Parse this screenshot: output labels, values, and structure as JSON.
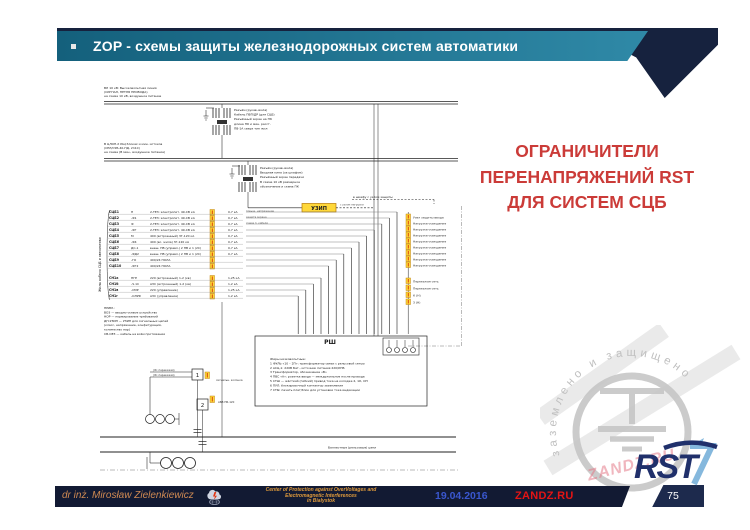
{
  "slide": {
    "title": "ZOP - схемы защиты железнодорожных систем автоматики",
    "page_number": "75",
    "heading": {
      "lines": [
        "ОГРАНИЧИТЕЛИ",
        "ПЕРЕНАПРЯЖЕНИЙ RST",
        "ДЛЯ СИСТЕМ СЦБ"
      ]
    }
  },
  "footer": {
    "author": "dr inż. Mirosław Zielenkiewicz",
    "center_lines": [
      "Center of Protection against OverVoltages and",
      "Electromagnetic Interferences",
      "in Bialystok"
    ],
    "date": "19.04.2016",
    "site": "ZANDZ.RU"
  },
  "watermark": {
    "arc_text": "заземлено  и  защищено",
    "brand": "ZANDZ.RU",
    "logo": "RST"
  },
  "colors": {
    "banner": "#14607c",
    "navy": "#16223e",
    "accent_red": "#cb3b38",
    "spd_yellow": "#ffd83a",
    "footer_bg": "#121a33"
  },
  "schematic": {
    "top_note": [
      "ВЛ 10 кВ: Высоковольтная линия",
      "(СИГНАЛ, ПЕТЛЯ ПРОВОДА)",
      "на схеме 10 кВ, воздушное питание"
    ],
    "tr1_notes": [
      "Разъём (рукав-жила)",
      "Кабель ПВП/ДР (для СЦБ)",
      "Разъёмный экран на ПК",
      "длина ПК и мин. расст.",
      "ПВ-1А сверх тип жил"
    ],
    "section2_note": [
      "В ЦЛОН-X КЩ блоках и мин. истоков",
      "(СЕЛ/СУБ-40-ПД, 2п10)",
      "на схеме (В мин., воздушное питание)"
    ],
    "tr2_notes": [
      "Разъём (рукав-жила)",
      "Вводная кипа (за шкафом)",
      "Разъёмный экран передачи",
      "В схеме 10 кВ размерное",
      "обозначение и схема ПК"
    ],
    "uzip_label": "УЗИП",
    "uzip_note": "с узлом нагрузки",
    "cabinet_label": "в шкафу с узлом защиты",
    "side_text": "Жилы кабеля СЦБ и автоматики",
    "rows": [
      {
        "label": "СЦБ1",
        "code": "Н",
        "desc": "2-ТЕЗ: электропит. 49-СВ кА",
        "val": "0,7 кА",
        "right": "повыш. напряжение"
      },
      {
        "label": "СЦБ2",
        "code": "-Ф1",
        "desc": "2-ТЕЗ: электропит. 49-СВ кА",
        "val": "0,7 кА",
        "right": "защита экрана"
      },
      {
        "label": "СЦБ3",
        "code": "Ф",
        "desc": "2-ТЕЗ: электропит. 49-СВ кА",
        "val": "0,7 кА",
        "right": "схема п. кабеля"
      },
      {
        "label": "СЦБ4",
        "code": "-ФГ",
        "desc": "2-ТЕЗ: электропит. 49-СВ кА",
        "val": "0,7 кА",
        "right": ""
      },
      {
        "label": "СЦБ5",
        "code": "М",
        "desc": "400 (встроенный) ЗГ-120 кА",
        "val": "0,7 кА",
        "right": ""
      },
      {
        "label": "СЦБ6",
        "code": "-Ф4",
        "desc": "400 (вс. жила) ЗГ-120 кА",
        "val": "0,7 кА",
        "right": ""
      },
      {
        "label": "СЦБ7",
        "code": "ДС-1",
        "desc": "внеш. НВ (управл.) 2 ПВ и 1 (2С)",
        "val": "0,7 кА",
        "right": ""
      },
      {
        "label": "СЦБ8",
        "code": "-ФД2",
        "desc": "внеш. НВ (управл.) 2 ПВ и 1 (2С)",
        "val": "0,7 кА",
        "right": ""
      },
      {
        "label": "СЦБ9",
        "code": "-ГО",
        "desc": "400/24 ПОЛА",
        "val": "",
        "right": ""
      },
      {
        "label": "СЦБ10",
        "code": "-ФГ2",
        "desc": "400/24 ПОЛА",
        "val": "",
        "right": ""
      },
      {
        "label": "СН1а",
        "code": "ПГЕ",
        "desc": "220 (встроенный) 1-2 (кв)",
        "val": "1,25 кА",
        "right": ""
      },
      {
        "label": "СН1б",
        "code": "-Ч.1С",
        "desc": "АЗС (встроенный) 1-2 (кв)",
        "val": "1,2 кА",
        "right": ""
      },
      {
        "label": "СН1в",
        "code": "-СМР",
        "desc": "220 (управление)",
        "val": "1,25 кА",
        "right": ""
      },
      {
        "label": "СН1г",
        "code": "-ОЛУФ",
        "desc": "АЗС (управление)",
        "val": "1,2 кА",
        "right": ""
      }
    ],
    "spd_labels": [
      "Узел защиты ввода",
      "Нагрузка-освещение",
      "Нагрузка-освещение",
      "Нагрузка-освещение",
      "Нагрузка-освещение",
      "Нагрузка-освещение",
      "Нагрузка-освещение",
      "Нагрузка-освещение",
      "Нагрузка-освещение",
      "Переезжая сеть",
      "Переезжая сеть",
      "К (Н)",
      "З (Н)"
    ],
    "notes": [
      "ПРИМ.:",
      "ВОЗ — вводно-осевое устройство",
      "НОР — нормирование требований",
      "ДН-УЗИП — УЗИП для сигнальных цепей",
      "(класс, напряжение, конфигурация,",
      "количество пар)",
      "СВ-ОЕЗ — кабель на всём протяжении"
    ],
    "rsh": {
      "title": "РШ",
      "list": [
        "Жиры низковольтные:",
        "1 ФУЛЬ «10 – 2П»: трансформатор связи с рельсовой сетью",
        "2 АСЦ-1: 220В Бат., источник питания 220/КПБ",
        "3 Трансформатор, обозначение «В»",
        "4 ПВС «А»: розетка ввода — междужильное после провода",
        "5 СТШ — жёсткий (гибкий) привод тока на колодке 2, 1К, ОН",
        "6 ПУЛ: блокировочный контактор заземления",
        "7 СТЫ: печать плат/блок для установки тока индикации"
      ]
    },
    "bottom": {
      "box1": "1",
      "box2": "2",
      "wire1": "(Ж: переезжая)",
      "wire2": "(Ж: переезжая)",
      "cab": "сигнальн. колонка",
      "code": "АБВ ПБ-120",
      "rail_label": "Балластные (рельсовые) цепи"
    }
  }
}
